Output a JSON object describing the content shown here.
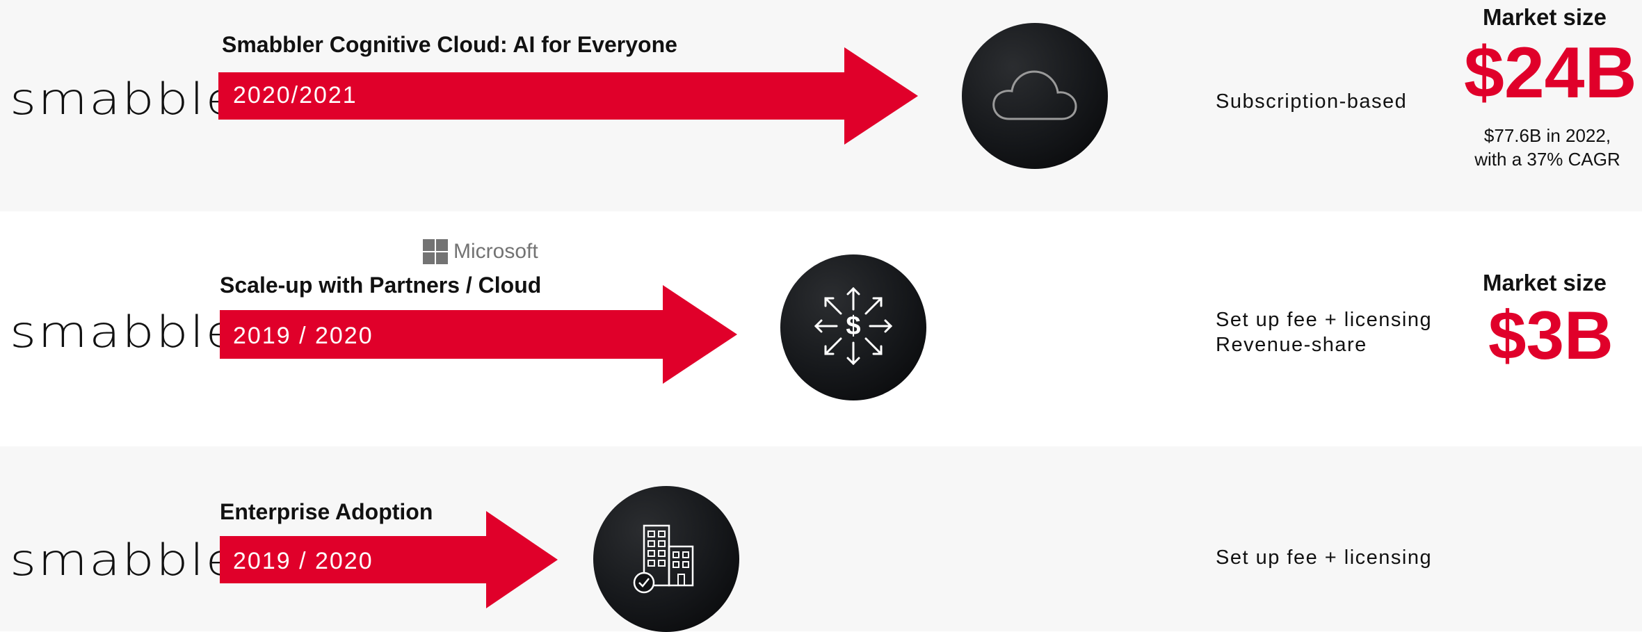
{
  "logo_text": "smabbler",
  "rows": [
    {
      "title": "Smabbler Cognitive Cloud: AI for  Everyone",
      "period": "2020/2021",
      "icon": "cloud-icon",
      "business_model": [
        "Subscription-based"
      ],
      "market_label": "Market size",
      "market_value": "$24B",
      "market_note": [
        "$77.6B in 2022,",
        "with a 37% CAGR"
      ]
    },
    {
      "partner": "Microsoft",
      "title": "Scale-up with Partners / Cloud",
      "period": "2019 / 2020",
      "icon": "dollar-distribution-icon",
      "business_model": [
        "Set up fee + licensing",
        "Revenue-share"
      ],
      "market_label": "Market size",
      "market_value": "$3B"
    },
    {
      "title": "Enterprise Adoption",
      "period": "2019 / 2020",
      "icon": "office-buildings-check-icon",
      "business_model": [
        "Set up fee + licensing"
      ]
    }
  ],
  "colors": {
    "accent": "#e0002a",
    "icon_bg": "#16181b",
    "band": "#f7f7f7"
  }
}
